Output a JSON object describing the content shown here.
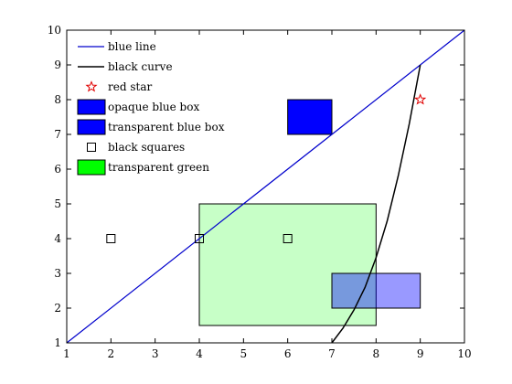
{
  "chart_data": {
    "type": "line",
    "xlim": [
      1,
      10
    ],
    "ylim": [
      1,
      10
    ],
    "xticks": [
      1,
      2,
      3,
      4,
      5,
      6,
      7,
      8,
      9,
      10
    ],
    "yticks": [
      1,
      2,
      3,
      4,
      5,
      6,
      7,
      8,
      9,
      10
    ],
    "grid": false,
    "legend_position": "top-left",
    "series": [
      {
        "name": "blue line",
        "kind": "line",
        "color": "#0000cc",
        "x": [
          1,
          10
        ],
        "y": [
          1,
          10
        ]
      },
      {
        "name": "black curve",
        "kind": "curve",
        "color": "#000000",
        "x": [
          7,
          7.25,
          7.5,
          7.75,
          8,
          8.25,
          8.5,
          8.75,
          9
        ],
        "y": [
          1,
          1.42,
          1.95,
          2.6,
          3.45,
          4.5,
          5.8,
          7.3,
          9
        ]
      },
      {
        "name": "red star",
        "kind": "marker",
        "marker": "star",
        "color": "#e00000",
        "x": [
          9
        ],
        "y": [
          8
        ]
      },
      {
        "name": "opaque blue box",
        "kind": "rect",
        "color": "#0000ff",
        "opacity": 1,
        "x": [
          6,
          7
        ],
        "y": [
          7,
          8
        ]
      },
      {
        "name": "transparent blue box",
        "kind": "rect",
        "color": "#0000ff",
        "opacity": 0.4,
        "x": [
          7,
          9
        ],
        "y": [
          2,
          3
        ]
      },
      {
        "name": "black squares",
        "kind": "marker",
        "marker": "square",
        "color": "#000000",
        "x": [
          2,
          4,
          6
        ],
        "y": [
          4,
          4,
          4
        ]
      },
      {
        "name": "transparent green",
        "kind": "rect",
        "color": "#00ff00",
        "opacity": 0.22,
        "x": [
          4,
          8
        ],
        "y": [
          1.5,
          5
        ]
      }
    ]
  }
}
